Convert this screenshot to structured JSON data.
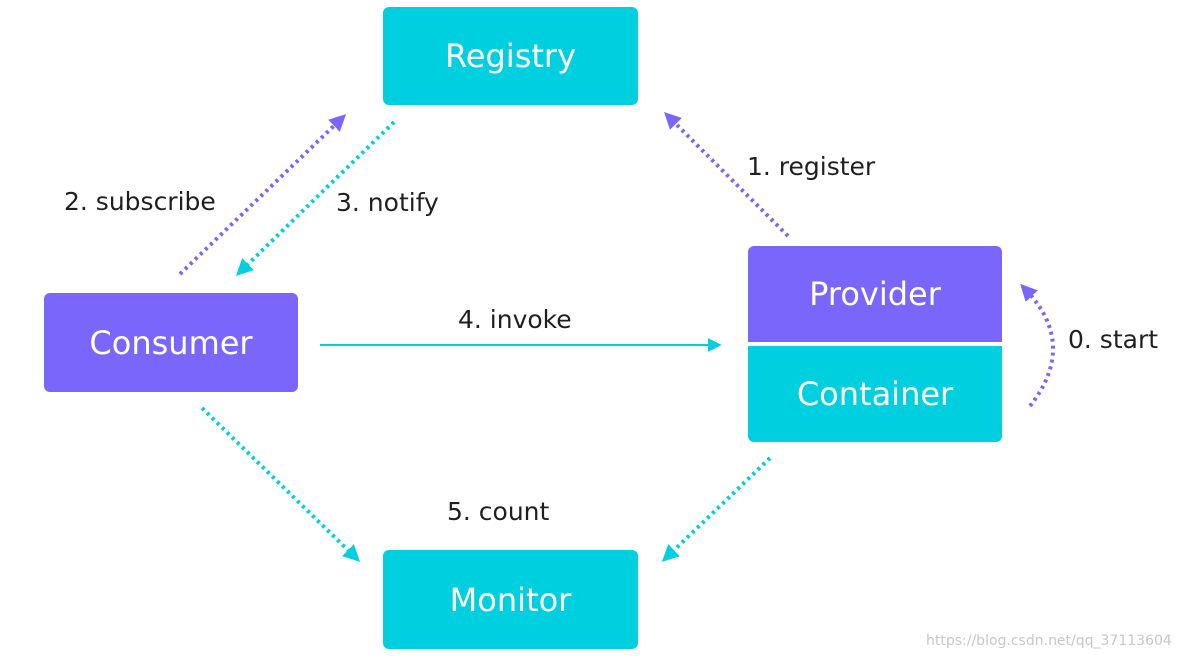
{
  "nodes": {
    "registry": "Registry",
    "consumer": "Consumer",
    "provider": "Provider",
    "container": "Container",
    "monitor": "Monitor"
  },
  "edges": {
    "register": "1. register",
    "subscribe": "2. subscribe",
    "notify": "3. notify",
    "invoke": "4. invoke",
    "start": "0. start",
    "count": "5. count"
  },
  "colors": {
    "cyan": "#00cfe0",
    "purple": "#7b66fb"
  },
  "watermark": "https://blog.csdn.net/qq_37113604"
}
